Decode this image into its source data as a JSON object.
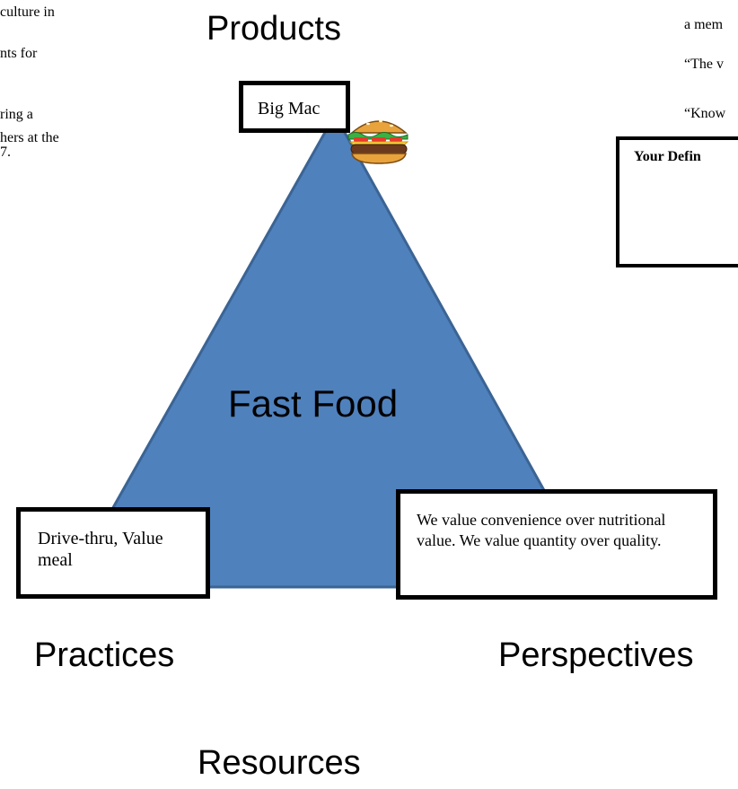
{
  "left_fragments": [
    "culture in",
    "nts for",
    "ring a",
    "hers at the",
    "7."
  ],
  "right_fragments": [
    "a mem",
    "“The v",
    "“Know"
  ],
  "definition_box": {
    "label": "Your Defin"
  },
  "headings": {
    "products": "Products",
    "practices": "Practices",
    "perspectives": "Perspectives",
    "resources": "Resources"
  },
  "center_label": "Fast Food",
  "boxes": {
    "products": "Big Mac",
    "practices": "Drive-thru, Value meal",
    "perspectives": "We value convenience over nutritional value.  We value quantity over quality."
  },
  "colors": {
    "triangle_fill": "#4f81bd",
    "triangle_stroke": "#3b6494"
  },
  "icons": {
    "product_icon": "hamburger-icon"
  }
}
